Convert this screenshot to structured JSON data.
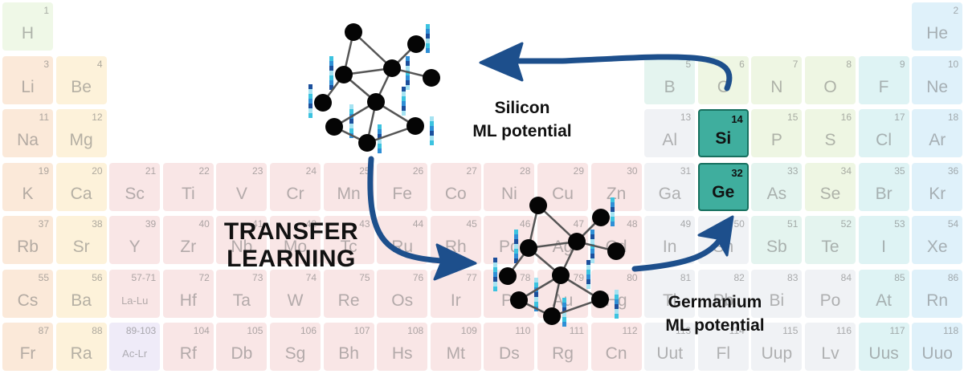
{
  "colors": {
    "s1": "#f2b078",
    "s2": "#f7d27a",
    "d": "#e8a7a7",
    "f": "#c7b6e6",
    "p_metal": "#c8d2dc",
    "metalloid": "#9fd6c4",
    "nonmetal": "#c3e09a",
    "halogen": "#87d3d8",
    "noble": "#8dcbee",
    "hydrogen": "#c7e6a8",
    "arrow": "#1d4f8c",
    "node": "#050505",
    "feature_palette": [
      "#1b4f9c",
      "#2f8fd6",
      "#3cc3e0",
      "#a6e3f2"
    ]
  },
  "labels": {
    "transfer_line1": "TRANSFER",
    "transfer_line2": "LEARNING",
    "silicon_line1": "Silicon",
    "silicon_line2": "ML potential",
    "germanium_line1": "Germanium",
    "germanium_line2": "ML potential"
  },
  "elements": [
    {
      "n": "1",
      "s": "H",
      "r": 1,
      "c": 1,
      "t": "hydrogen"
    },
    {
      "n": "2",
      "s": "He",
      "r": 1,
      "c": 18,
      "t": "noble"
    },
    {
      "n": "3",
      "s": "Li",
      "r": 2,
      "c": 1,
      "t": "s1"
    },
    {
      "n": "4",
      "s": "Be",
      "r": 2,
      "c": 2,
      "t": "s2"
    },
    {
      "n": "5",
      "s": "B",
      "r": 2,
      "c": 13,
      "t": "metalloid"
    },
    {
      "n": "6",
      "s": "C",
      "r": 2,
      "c": 14,
      "t": "nonmetal"
    },
    {
      "n": "7",
      "s": "N",
      "r": 2,
      "c": 15,
      "t": "nonmetal"
    },
    {
      "n": "8",
      "s": "O",
      "r": 2,
      "c": 16,
      "t": "nonmetal"
    },
    {
      "n": "9",
      "s": "F",
      "r": 2,
      "c": 17,
      "t": "halogen"
    },
    {
      "n": "10",
      "s": "Ne",
      "r": 2,
      "c": 18,
      "t": "noble"
    },
    {
      "n": "11",
      "s": "Na",
      "r": 3,
      "c": 1,
      "t": "s1"
    },
    {
      "n": "12",
      "s": "Mg",
      "r": 3,
      "c": 2,
      "t": "s2"
    },
    {
      "n": "13",
      "s": "Al",
      "r": 3,
      "c": 13,
      "t": "p_metal"
    },
    {
      "n": "14",
      "s": "Si",
      "r": 3,
      "c": 14,
      "t": "metalloid",
      "hl": true
    },
    {
      "n": "15",
      "s": "P",
      "r": 3,
      "c": 15,
      "t": "nonmetal"
    },
    {
      "n": "16",
      "s": "S",
      "r": 3,
      "c": 16,
      "t": "nonmetal"
    },
    {
      "n": "17",
      "s": "Cl",
      "r": 3,
      "c": 17,
      "t": "halogen"
    },
    {
      "n": "18",
      "s": "Ar",
      "r": 3,
      "c": 18,
      "t": "noble"
    },
    {
      "n": "19",
      "s": "K",
      "r": 4,
      "c": 1,
      "t": "s1"
    },
    {
      "n": "20",
      "s": "Ca",
      "r": 4,
      "c": 2,
      "t": "s2"
    },
    {
      "n": "21",
      "s": "Sc",
      "r": 4,
      "c": 3,
      "t": "d"
    },
    {
      "n": "22",
      "s": "Ti",
      "r": 4,
      "c": 4,
      "t": "d"
    },
    {
      "n": "23",
      "s": "V",
      "r": 4,
      "c": 5,
      "t": "d"
    },
    {
      "n": "24",
      "s": "Cr",
      "r": 4,
      "c": 6,
      "t": "d"
    },
    {
      "n": "25",
      "s": "Mn",
      "r": 4,
      "c": 7,
      "t": "d"
    },
    {
      "n": "26",
      "s": "Fe",
      "r": 4,
      "c": 8,
      "t": "d"
    },
    {
      "n": "27",
      "s": "Co",
      "r": 4,
      "c": 9,
      "t": "d"
    },
    {
      "n": "28",
      "s": "Ni",
      "r": 4,
      "c": 10,
      "t": "d"
    },
    {
      "n": "29",
      "s": "Cu",
      "r": 4,
      "c": 11,
      "t": "d"
    },
    {
      "n": "30",
      "s": "Zn",
      "r": 4,
      "c": 12,
      "t": "d"
    },
    {
      "n": "31",
      "s": "Ga",
      "r": 4,
      "c": 13,
      "t": "p_metal"
    },
    {
      "n": "32",
      "s": "Ge",
      "r": 4,
      "c": 14,
      "t": "metalloid",
      "hl": true
    },
    {
      "n": "33",
      "s": "As",
      "r": 4,
      "c": 15,
      "t": "metalloid"
    },
    {
      "n": "34",
      "s": "Se",
      "r": 4,
      "c": 16,
      "t": "nonmetal"
    },
    {
      "n": "35",
      "s": "Br",
      "r": 4,
      "c": 17,
      "t": "halogen"
    },
    {
      "n": "36",
      "s": "Kr",
      "r": 4,
      "c": 18,
      "t": "noble"
    },
    {
      "n": "37",
      "s": "Rb",
      "r": 5,
      "c": 1,
      "t": "s1"
    },
    {
      "n": "38",
      "s": "Sr",
      "r": 5,
      "c": 2,
      "t": "s2"
    },
    {
      "n": "39",
      "s": "Y",
      "r": 5,
      "c": 3,
      "t": "d"
    },
    {
      "n": "40",
      "s": "Zr",
      "r": 5,
      "c": 4,
      "t": "d"
    },
    {
      "n": "41",
      "s": "Nb",
      "r": 5,
      "c": 5,
      "t": "d"
    },
    {
      "n": "42",
      "s": "Mo",
      "r": 5,
      "c": 6,
      "t": "d"
    },
    {
      "n": "43",
      "s": "Tc",
      "r": 5,
      "c": 7,
      "t": "d"
    },
    {
      "n": "44",
      "s": "Ru",
      "r": 5,
      "c": 8,
      "t": "d"
    },
    {
      "n": "45",
      "s": "Rh",
      "r": 5,
      "c": 9,
      "t": "d"
    },
    {
      "n": "46",
      "s": "Pd",
      "r": 5,
      "c": 10,
      "t": "d"
    },
    {
      "n": "47",
      "s": "Ag",
      "r": 5,
      "c": 11,
      "t": "d"
    },
    {
      "n": "48",
      "s": "Cd",
      "r": 5,
      "c": 12,
      "t": "d"
    },
    {
      "n": "49",
      "s": "In",
      "r": 5,
      "c": 13,
      "t": "p_metal"
    },
    {
      "n": "50",
      "s": "Sn",
      "r": 5,
      "c": 14,
      "t": "p_metal"
    },
    {
      "n": "51",
      "s": "Sb",
      "r": 5,
      "c": 15,
      "t": "metalloid"
    },
    {
      "n": "52",
      "s": "Te",
      "r": 5,
      "c": 16,
      "t": "metalloid"
    },
    {
      "n": "53",
      "s": "I",
      "r": 5,
      "c": 17,
      "t": "halogen"
    },
    {
      "n": "54",
      "s": "Xe",
      "r": 5,
      "c": 18,
      "t": "noble"
    },
    {
      "n": "55",
      "s": "Cs",
      "r": 6,
      "c": 1,
      "t": "s1"
    },
    {
      "n": "56",
      "s": "Ba",
      "r": 6,
      "c": 2,
      "t": "s2"
    },
    {
      "n": "57-71",
      "s": "La-Lu",
      "r": 6,
      "c": 3,
      "t": "d",
      "small": true
    },
    {
      "n": "72",
      "s": "Hf",
      "r": 6,
      "c": 4,
      "t": "d"
    },
    {
      "n": "73",
      "s": "Ta",
      "r": 6,
      "c": 5,
      "t": "d"
    },
    {
      "n": "74",
      "s": "W",
      "r": 6,
      "c": 6,
      "t": "d"
    },
    {
      "n": "75",
      "s": "Re",
      "r": 6,
      "c": 7,
      "t": "d"
    },
    {
      "n": "76",
      "s": "Os",
      "r": 6,
      "c": 8,
      "t": "d"
    },
    {
      "n": "77",
      "s": "Ir",
      "r": 6,
      "c": 9,
      "t": "d"
    },
    {
      "n": "78",
      "s": "Pt",
      "r": 6,
      "c": 10,
      "t": "d"
    },
    {
      "n": "79",
      "s": "Au",
      "r": 6,
      "c": 11,
      "t": "d"
    },
    {
      "n": "80",
      "s": "Hg",
      "r": 6,
      "c": 12,
      "t": "d"
    },
    {
      "n": "81",
      "s": "Tl",
      "r": 6,
      "c": 13,
      "t": "p_metal"
    },
    {
      "n": "82",
      "s": "Pb",
      "r": 6,
      "c": 14,
      "t": "p_metal"
    },
    {
      "n": "83",
      "s": "Bi",
      "r": 6,
      "c": 15,
      "t": "p_metal"
    },
    {
      "n": "84",
      "s": "Po",
      "r": 6,
      "c": 16,
      "t": "p_metal"
    },
    {
      "n": "85",
      "s": "At",
      "r": 6,
      "c": 17,
      "t": "halogen"
    },
    {
      "n": "86",
      "s": "Rn",
      "r": 6,
      "c": 18,
      "t": "noble"
    },
    {
      "n": "87",
      "s": "Fr",
      "r": 7,
      "c": 1,
      "t": "s1"
    },
    {
      "n": "88",
      "s": "Ra",
      "r": 7,
      "c": 2,
      "t": "s2"
    },
    {
      "n": "89-103",
      "s": "Ac-Lr",
      "r": 7,
      "c": 3,
      "t": "f",
      "small": true
    },
    {
      "n": "104",
      "s": "Rf",
      "r": 7,
      "c": 4,
      "t": "d"
    },
    {
      "n": "105",
      "s": "Db",
      "r": 7,
      "c": 5,
      "t": "d"
    },
    {
      "n": "106",
      "s": "Sg",
      "r": 7,
      "c": 6,
      "t": "d"
    },
    {
      "n": "107",
      "s": "Bh",
      "r": 7,
      "c": 7,
      "t": "d"
    },
    {
      "n": "108",
      "s": "Hs",
      "r": 7,
      "c": 8,
      "t": "d"
    },
    {
      "n": "109",
      "s": "Mt",
      "r": 7,
      "c": 9,
      "t": "d"
    },
    {
      "n": "110",
      "s": "Ds",
      "r": 7,
      "c": 10,
      "t": "d"
    },
    {
      "n": "111",
      "s": "Rg",
      "r": 7,
      "c": 11,
      "t": "d"
    },
    {
      "n": "112",
      "s": "Cn",
      "r": 7,
      "c": 12,
      "t": "d"
    },
    {
      "n": "113",
      "s": "Uut",
      "r": 7,
      "c": 13,
      "t": "p_metal"
    },
    {
      "n": "114",
      "s": "Fl",
      "r": 7,
      "c": 14,
      "t": "p_metal"
    },
    {
      "n": "115",
      "s": "Uup",
      "r": 7,
      "c": 15,
      "t": "p_metal"
    },
    {
      "n": "116",
      "s": "Lv",
      "r": 7,
      "c": 16,
      "t": "p_metal"
    },
    {
      "n": "117",
      "s": "Uus",
      "r": 7,
      "c": 17,
      "t": "halogen"
    },
    {
      "n": "118",
      "s": "Uuo",
      "r": 7,
      "c": 18,
      "t": "noble"
    }
  ]
}
